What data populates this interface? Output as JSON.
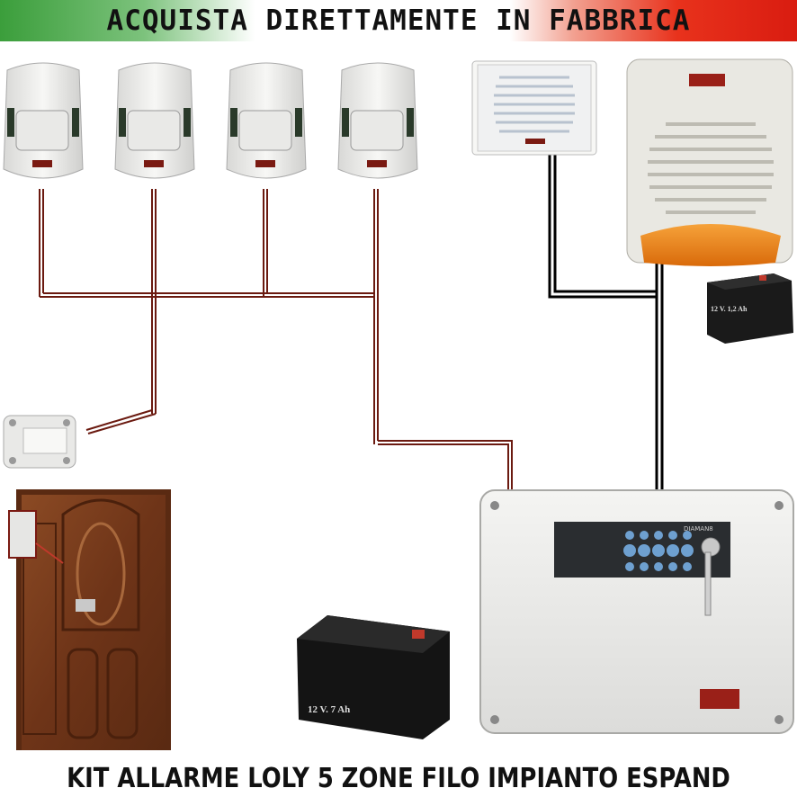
{
  "banner": {
    "title": "ACQUISTA DIRETTAMENTE IN FABBRICA"
  },
  "footer": {
    "title": "KIT ALLARME LOLY 5 ZONE FILO IMPIANTO ESPAND"
  },
  "battery_small": {
    "label": "12 V. 1,2 Ah"
  },
  "battery_large": {
    "label": "12 V. 7 Ah"
  },
  "control_panel": {
    "model_label": "DIAMAN8"
  },
  "colors": {
    "wire_pir": "#6b1a10",
    "wire_siren": "#000000",
    "flag_green": "#3b9e3b",
    "flag_red": "#d91c10",
    "door": "#7a3a1c",
    "device_body": "#eeeeec"
  }
}
